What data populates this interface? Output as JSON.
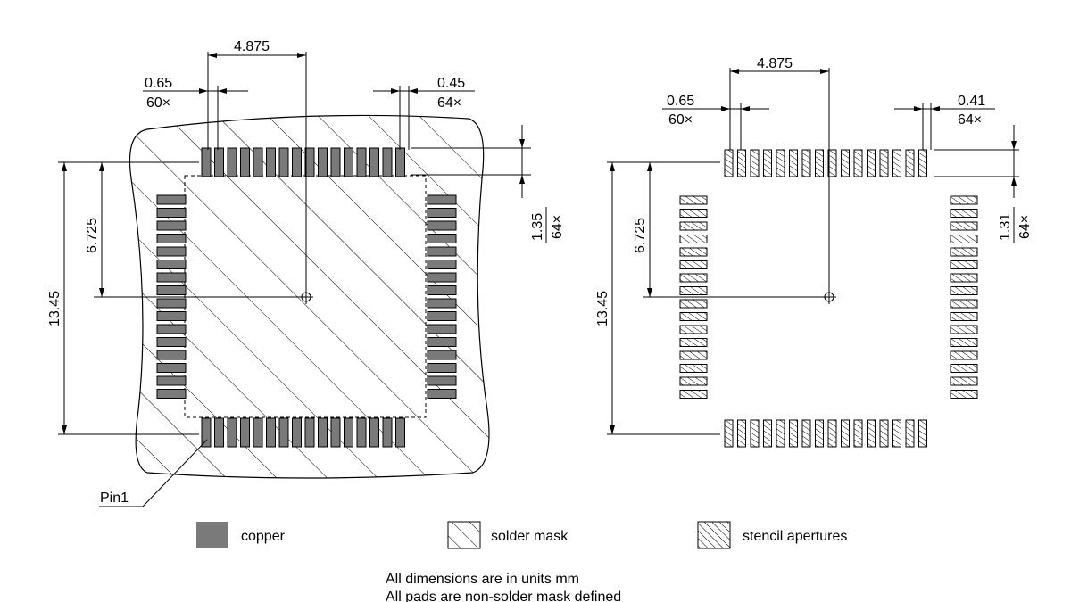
{
  "diagram": {
    "left_view": {
      "pitch": {
        "value": "0.65",
        "count": "60×"
      },
      "pad_width": {
        "value": "0.45",
        "count": "64×"
      },
      "pad_length": {
        "value": "1.35",
        "count": "64×"
      },
      "span_top": "4.875",
      "half_height": "6.725",
      "full_height": "13.45",
      "pin1_label": "Pin1"
    },
    "right_view": {
      "pitch": {
        "value": "0.65",
        "count": "60×"
      },
      "pad_width": {
        "value": "0.41",
        "count": "64×"
      },
      "pad_length": {
        "value": "1.31",
        "count": "64×"
      },
      "span_top": "4.875",
      "half_height": "6.725",
      "full_height": "13.45"
    },
    "legend": [
      {
        "label": "copper",
        "kind": "copper"
      },
      {
        "label": "solder mask",
        "kind": "mask"
      },
      {
        "label": "stencil apertures",
        "kind": "stencil"
      }
    ],
    "notes": [
      "All dimensions are in units mm",
      "All pads are non-solder mask defined"
    ],
    "colors": {
      "copper": "#7a7a7a",
      "line": "#000000"
    }
  }
}
